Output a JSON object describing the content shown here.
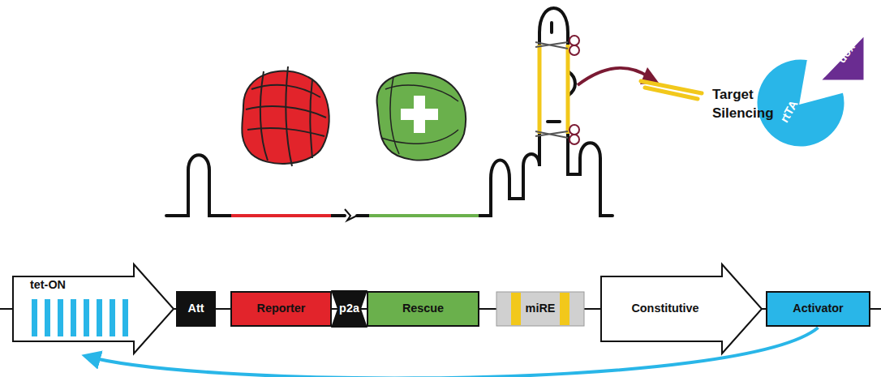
{
  "diagram": {
    "nodes": [
      {
        "text": [
          "tet-ON"
        ]
      },
      {
        "text": [
          "Att"
        ]
      },
      {
        "text": [
          "Reporter"
        ]
      },
      {
        "text": [
          "p2a"
        ]
      },
      {
        "text": [
          "Rescue"
        ]
      },
      {
        "text": [
          "miRE"
        ]
      },
      {
        "text": [
          "Constitutive"
        ]
      },
      {
        "text": [
          "Activator"
        ]
      },
      {
        "text": [
          "rtTA"
        ]
      },
      {
        "text": [
          "dox"
        ]
      }
    ],
    "edges": [
      {
        "from": 7,
        "to": 0,
        "arrow": "to"
      }
    ],
    "labels": [
      "Target Silencing"
    ]
  }
}
